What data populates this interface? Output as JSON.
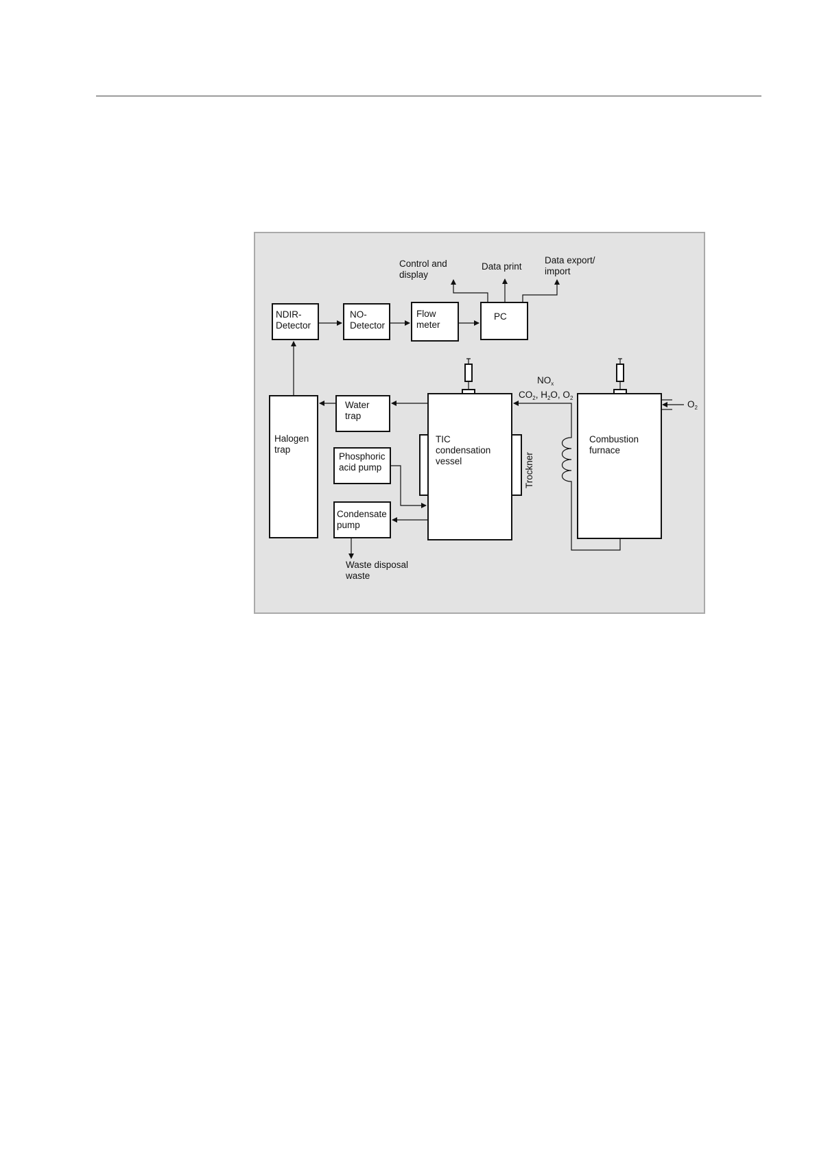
{
  "diagram": {
    "ndir_detector": [
      "NDIR-",
      "Detector"
    ],
    "no_detector": [
      "NO-",
      "Detector"
    ],
    "flow_meter": [
      "Flow",
      "meter"
    ],
    "pc": "PC",
    "control_display": [
      "Control and",
      "display"
    ],
    "data_print": "Data print",
    "data_export": [
      "Data export/",
      "import"
    ],
    "halogen_trap": [
      "Halogen",
      "trap"
    ],
    "water_trap": [
      "Water",
      "trap"
    ],
    "phosphoric_pump": [
      "Phosphoric",
      "acid pump"
    ],
    "condensate_pump": [
      "Condensate",
      "pump"
    ],
    "waste": [
      "Waste disposal",
      "waste"
    ],
    "tic_vessel": [
      "TIC",
      "condensation",
      "vessel"
    ],
    "trockner": "Trockner",
    "combustion_furnace": [
      "Combustion",
      "furnace"
    ],
    "gas_no": "NO",
    "gas_no_sub": "x",
    "gas_co": "CO",
    "gas_co_sub": "2",
    "gas_sep1": ", H",
    "gas_h_sub": "2",
    "gas_o_mid": "O, O",
    "gas_o_sub": "2",
    "o2_base": "O",
    "o2_sub": "2"
  }
}
